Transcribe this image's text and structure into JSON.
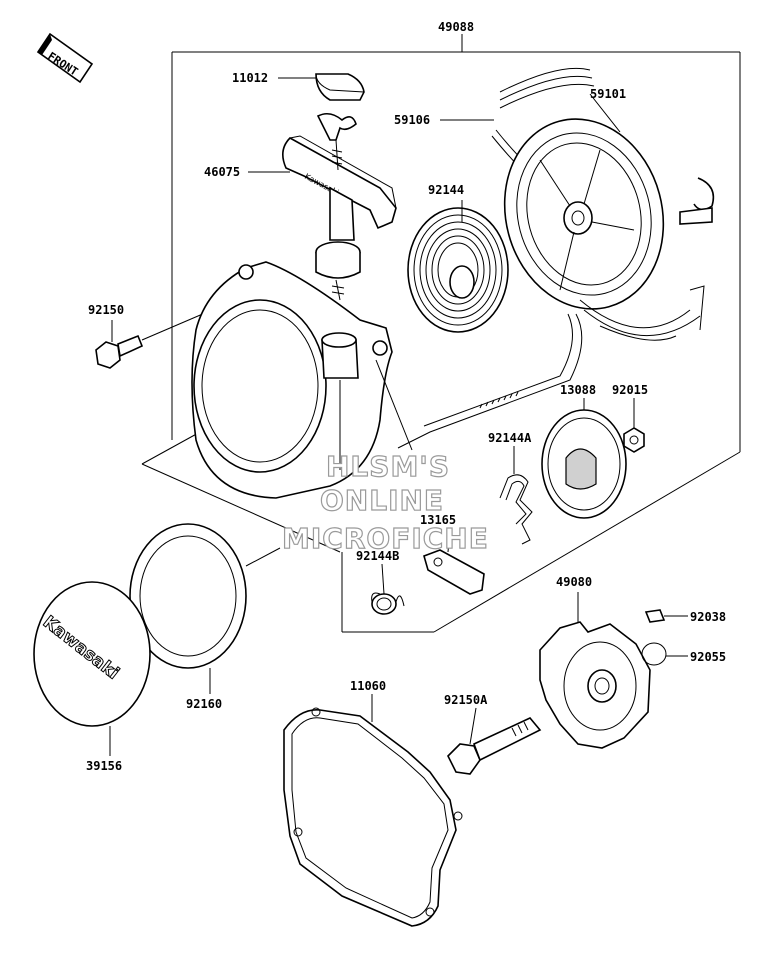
{
  "diagram": {
    "front_badge": "FRONT",
    "brand_text": "Kawasaki",
    "handle_text": "Kawasaki",
    "watermark": [
      "HLSM'S",
      "ONLINE",
      "MICROFICHE"
    ],
    "labels": {
      "p49088": "49088",
      "p11012": "11012",
      "p46075": "46075",
      "p92150": "92150",
      "p59106": "59106",
      "p59101": "59101",
      "p92144": "92144",
      "p13088": "13088",
      "p92015": "92015",
      "p92144A": "92144A",
      "p13165": "13165",
      "p92144B": "92144B",
      "p49080": "49080",
      "p92038": "92038",
      "p92055": "92055",
      "p11060": "11060",
      "p92150A": "92150A",
      "p92160": "92160",
      "p39156": "39156"
    }
  }
}
